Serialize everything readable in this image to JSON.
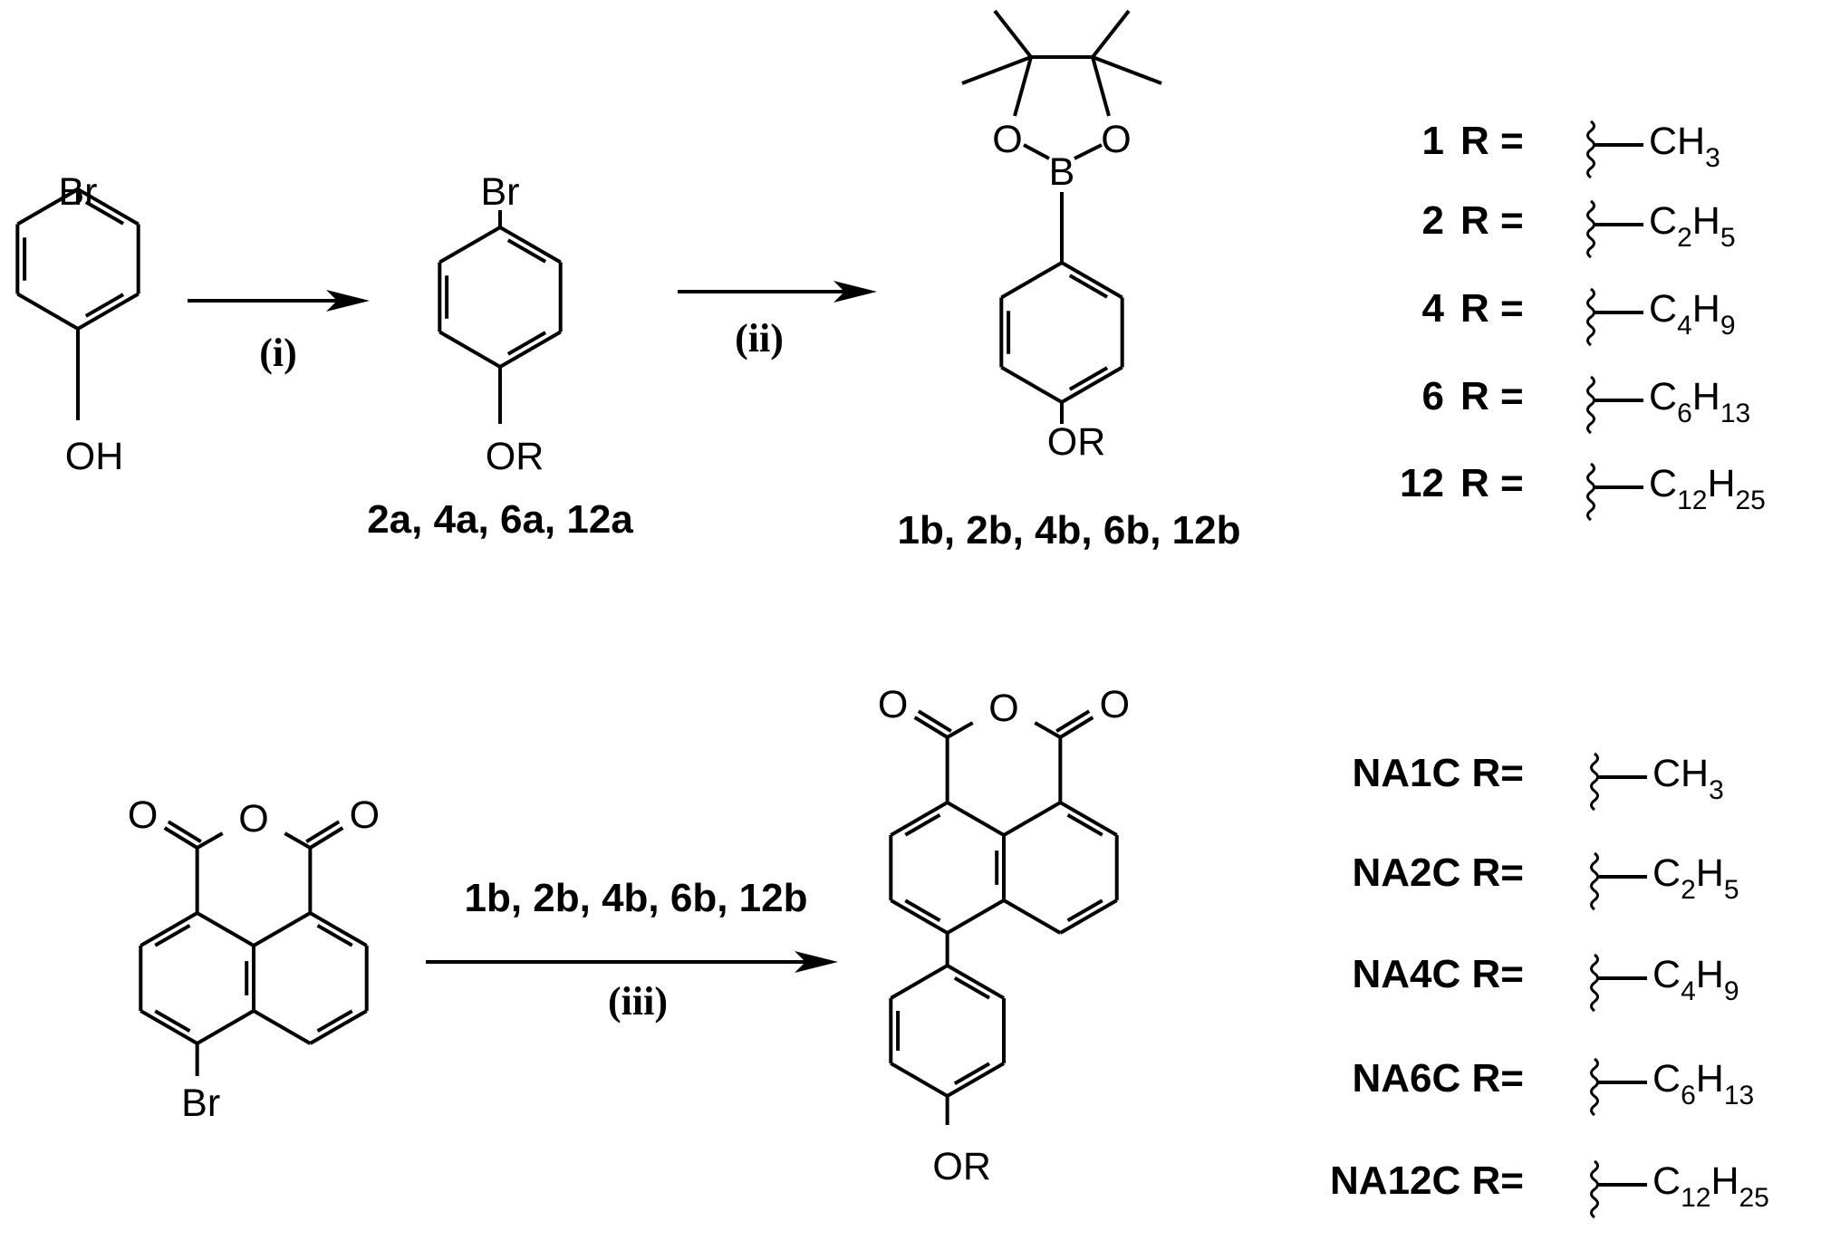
{
  "atoms": {
    "br": "Br",
    "oh": "OH",
    "or": "OR",
    "o": "O",
    "b": "B"
  },
  "reagents": {
    "step1": "(i)",
    "step2": "(ii)",
    "step3": "(iii)",
    "step3_reactants": "1b, 2b, 4b, 6b, 12b"
  },
  "compound_labels": {
    "alkoxy_bromides": "2a, 4a, 6a, 12a",
    "boronic_esters": "1b, 2b, 4b, 6b, 12b"
  },
  "r_table_top": [
    {
      "id": "1",
      "eq": "R =",
      "group": "CH",
      "sub": "3"
    },
    {
      "id": "2",
      "eq": "R =",
      "group": "C",
      "sub": "2",
      "group2": "H",
      "sub2": "5"
    },
    {
      "id": "4",
      "eq": "R =",
      "group": "C",
      "sub": "4",
      "group2": "H",
      "sub2": "9"
    },
    {
      "id": "6",
      "eq": "R =",
      "group": "C",
      "sub": "6",
      "group2": "H",
      "sub2": "13"
    },
    {
      "id": "12",
      "eq": "R =",
      "group": "C",
      "sub": "12",
      "group2": "H",
      "sub2": "25"
    }
  ],
  "r_table_bottom": [
    {
      "id": "NA1C R=",
      "group": "CH",
      "sub": "3"
    },
    {
      "id": "NA2C R=",
      "group": "C",
      "sub": "2",
      "group2": "H",
      "sub2": "5"
    },
    {
      "id": "NA4C R=",
      "group": "C",
      "sub": "4",
      "group2": "H",
      "sub2": "9"
    },
    {
      "id": "NA6C R=",
      "group": "C",
      "sub": "6",
      "group2": "H",
      "sub2": "13"
    },
    {
      "id": "NA12C R=",
      "group": "C",
      "sub": "12",
      "group2": "H",
      "sub2": "25"
    }
  ]
}
